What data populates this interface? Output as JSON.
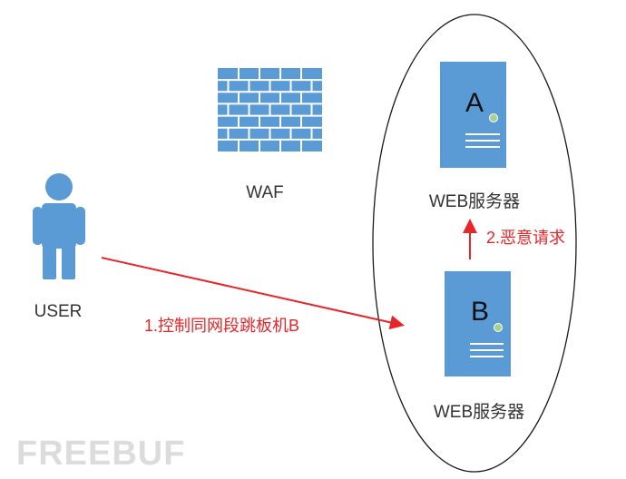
{
  "colors": {
    "icon_blue": "#5b9bd5",
    "icon_white": "#ffffff",
    "server_dot": "#a9d18e",
    "arrow_red": "#e8262a",
    "ellipse_stroke": "#1a1a1a",
    "text_dark": "#333333",
    "watermark": "#dcdcdc"
  },
  "nodes": {
    "user": {
      "label": "USER",
      "icon": "user-icon"
    },
    "waf": {
      "label": "WAF",
      "icon": "firewall-icon"
    },
    "server_a": {
      "letter": "A",
      "label": "WEB服务器",
      "icon": "server-icon"
    },
    "server_b": {
      "letter": "B",
      "label": "WEB服务器",
      "icon": "server-icon"
    }
  },
  "edges": {
    "user_to_b": {
      "label": "1.控制同网段跳板机B",
      "from": "USER",
      "to": "B"
    },
    "b_to_a": {
      "label": "2.恶意请求",
      "from": "B",
      "to": "A"
    }
  },
  "watermark": {
    "text": "FREEBUF"
  }
}
